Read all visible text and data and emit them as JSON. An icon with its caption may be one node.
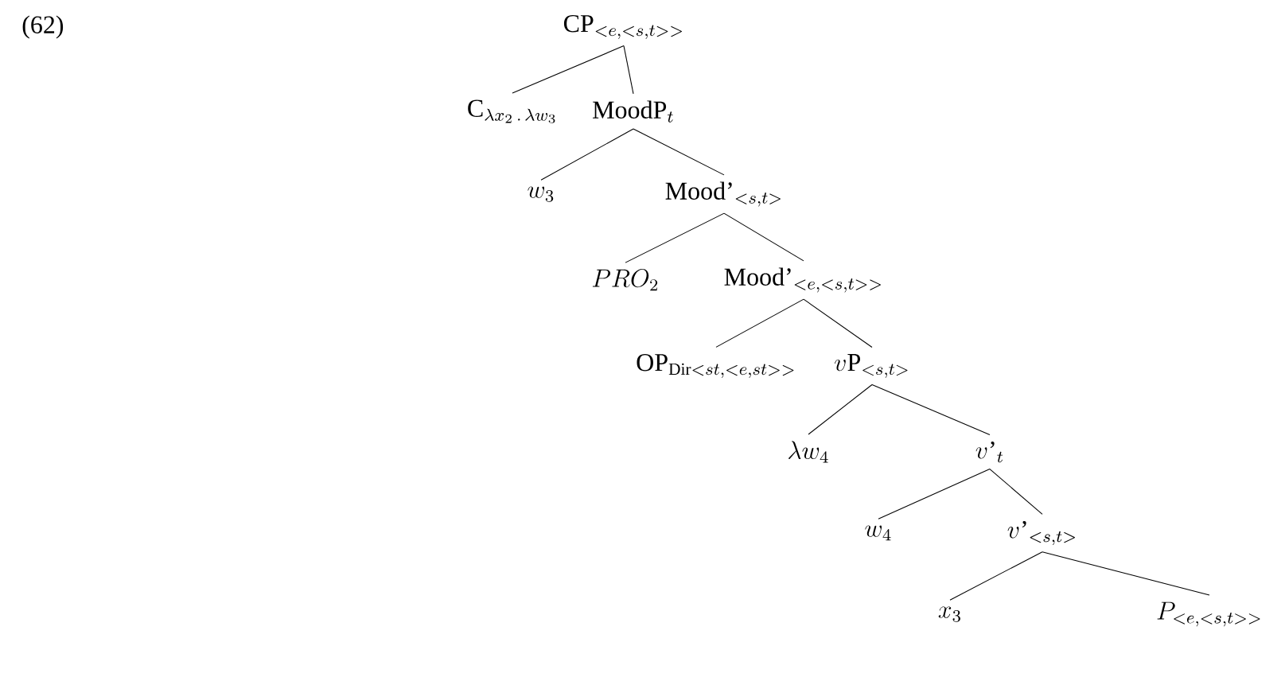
{
  "diagram": {
    "nodes": [
      {
        "text": [
          "\\mathrm{CP}_{<e,<s,t>>}"
        ]
      },
      {
        "text": [
          "\\mathrm{C}_{\\lambda x_2\\,.\\,\\lambda w_3}"
        ]
      },
      {
        "text": [
          "\\mathrm{MoodP}_t"
        ]
      },
      {
        "text": [
          "w_3"
        ]
      },
      {
        "text": [
          "\\mathrm{Mood}\\textrm{'}_{<s,t>}"
        ]
      },
      {
        "text": [
          "PRO_2"
        ]
      },
      {
        "text": [
          "\\mathrm{Mood}\\textrm{'}_{<e,<s,t>>}"
        ]
      },
      {
        "text": [
          "\\mathrm{OP}_{\\mathrm{Dir}<st,<e,st>>}"
        ]
      },
      {
        "text": [
          "v\\mathrm{P}_{<s,t>}"
        ]
      },
      {
        "text": [
          "\\lambda w_4"
        ]
      },
      {
        "text": [
          "v\\textrm{'}_t"
        ]
      },
      {
        "text": [
          "w_4"
        ]
      },
      {
        "text": [
          "v\\textrm{'}_{<s,t>}"
        ]
      },
      {
        "text": [
          "x_3"
        ]
      },
      {
        "text": [
          "P_{<e,<s,t>>}"
        ]
      }
    ],
    "edges": [
      {
        "from": 0,
        "to": 1,
        "arrow": "none"
      },
      {
        "from": 0,
        "to": 2,
        "arrow": "none"
      },
      {
        "from": 2,
        "to": 3,
        "arrow": "none"
      },
      {
        "from": 2,
        "to": 4,
        "arrow": "none"
      },
      {
        "from": 4,
        "to": 5,
        "arrow": "none"
      },
      {
        "from": 4,
        "to": 6,
        "arrow": "none"
      },
      {
        "from": 6,
        "to": 7,
        "arrow": "none"
      },
      {
        "from": 6,
        "to": 8,
        "arrow": "none"
      },
      {
        "from": 8,
        "to": 9,
        "arrow": "none"
      },
      {
        "from": 8,
        "to": 10,
        "arrow": "none"
      },
      {
        "from": 10,
        "to": 11,
        "arrow": "none"
      },
      {
        "from": 10,
        "to": 12,
        "arrow": "none"
      },
      {
        "from": 12,
        "to": 13,
        "arrow": "none"
      },
      {
        "from": 12,
        "to": 14,
        "arrow": "none"
      }
    ],
    "labels": [
      "(62)"
    ]
  }
}
